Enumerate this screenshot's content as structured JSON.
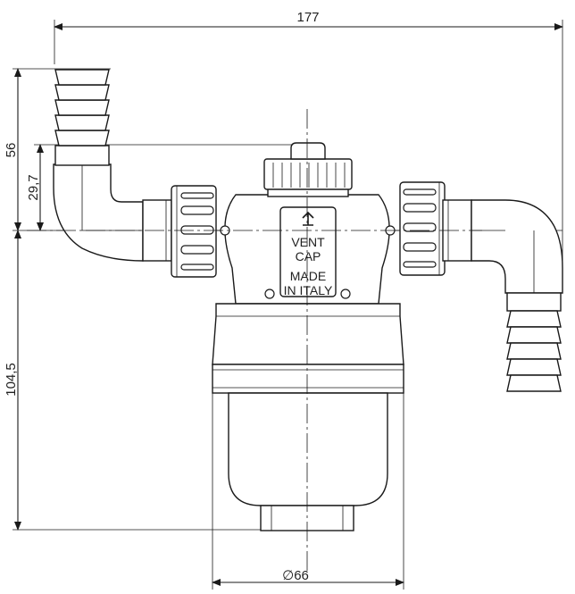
{
  "dimensions": {
    "overall_width": "177",
    "inlet_to_axis_height": "56",
    "cap_to_axis_height": "29,7",
    "body_height": "104,5",
    "bowl_diameter": "66",
    "diameter_symbol": "∅"
  },
  "embossed_text": {
    "line1": "VENT",
    "line2": "CAP",
    "line3": "MADE",
    "line4": "IN ITALY"
  }
}
